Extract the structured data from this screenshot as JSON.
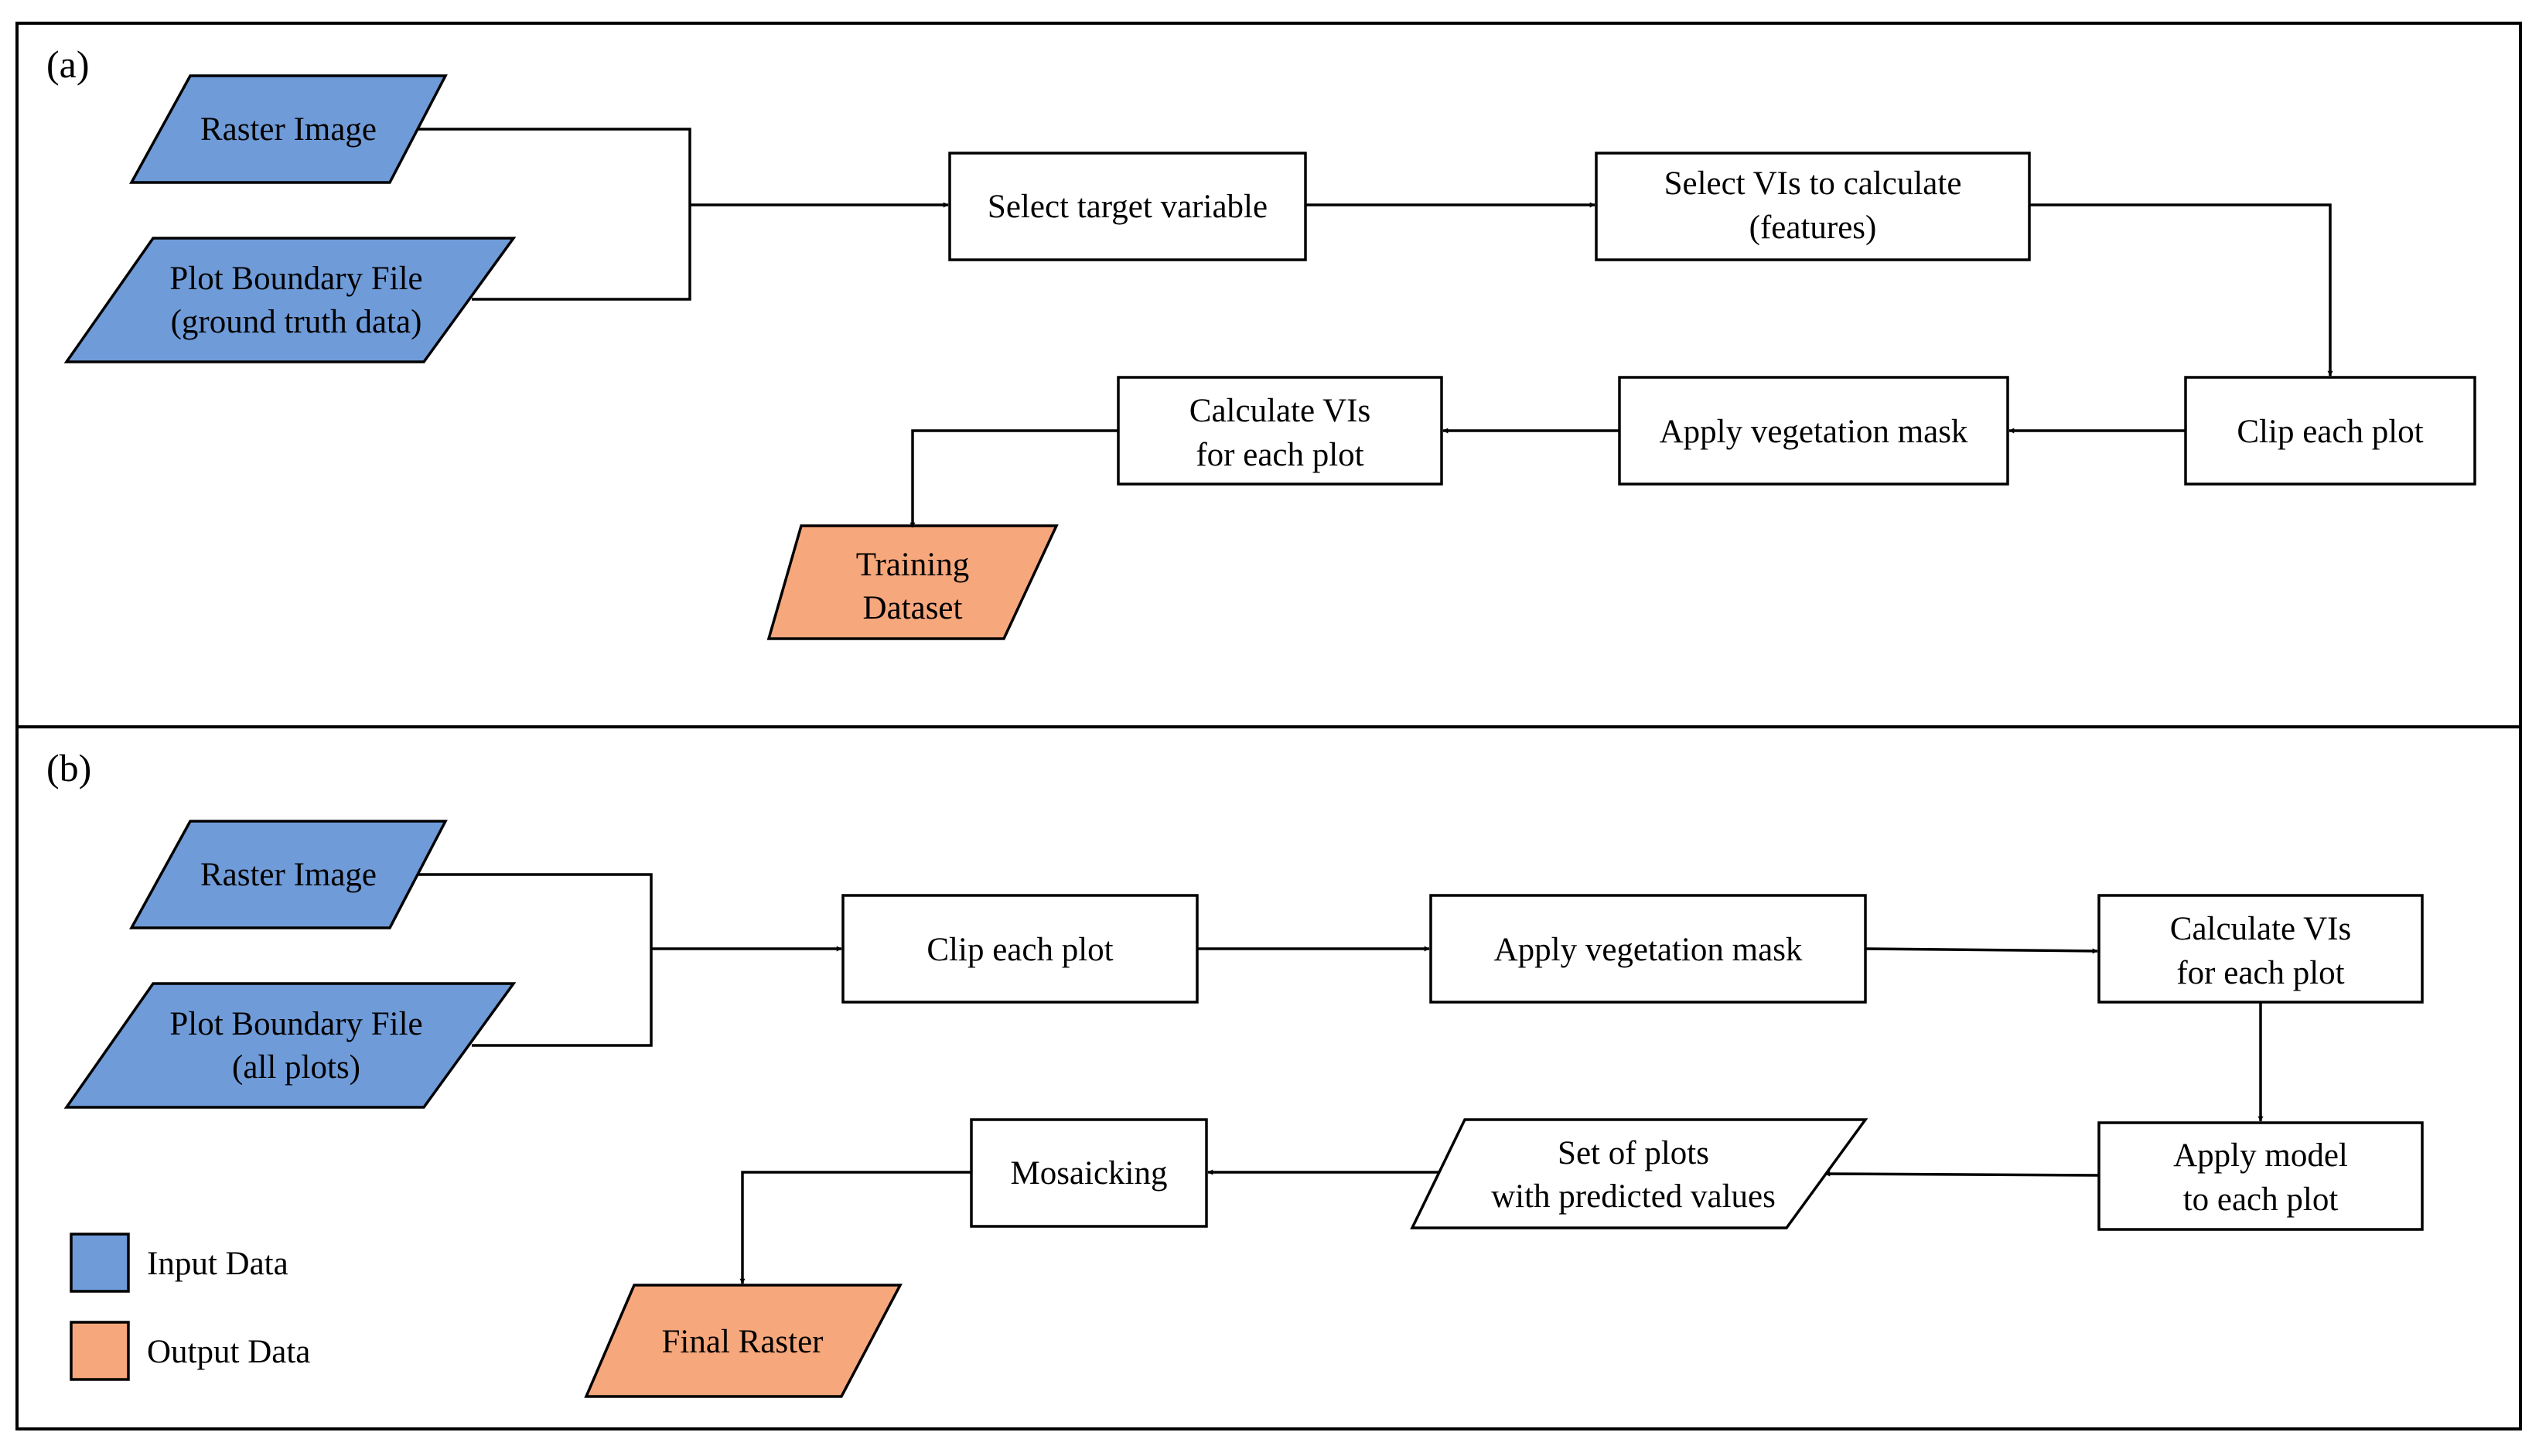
{
  "colors": {
    "input": "#6f9bd8",
    "output": "#f7a77c",
    "process": "#ffffff",
    "stroke": "#000000"
  },
  "panel_a": {
    "label": "(a)",
    "raster_image": "Raster Image",
    "plot_boundary": [
      "Plot Boundary File",
      "(ground truth data)"
    ],
    "select_target": "Select target variable",
    "select_vis": [
      "Select VIs to calculate",
      "(features)"
    ],
    "clip_each_plot": "Clip each plot",
    "apply_veg_mask": "Apply vegetation mask",
    "calculate_vis": [
      "Calculate VIs",
      "for each plot"
    ],
    "training_dataset": [
      "Training",
      "Dataset"
    ]
  },
  "panel_b": {
    "label": "(b)",
    "raster_image": "Raster Image",
    "plot_boundary": [
      "Plot Boundary File",
      "(all plots)"
    ],
    "clip_each_plot": "Clip each plot",
    "apply_veg_mask": "Apply vegetation mask",
    "calculate_vis": [
      "Calculate VIs",
      "for each plot"
    ],
    "apply_model": [
      "Apply model",
      "to each plot"
    ],
    "set_of_plots": [
      "Set of plots",
      "with predicted values"
    ],
    "mosaicking": "Mosaicking",
    "final_raster": "Final Raster"
  },
  "legend": {
    "input_label": "Input Data",
    "output_label": "Output Data"
  }
}
